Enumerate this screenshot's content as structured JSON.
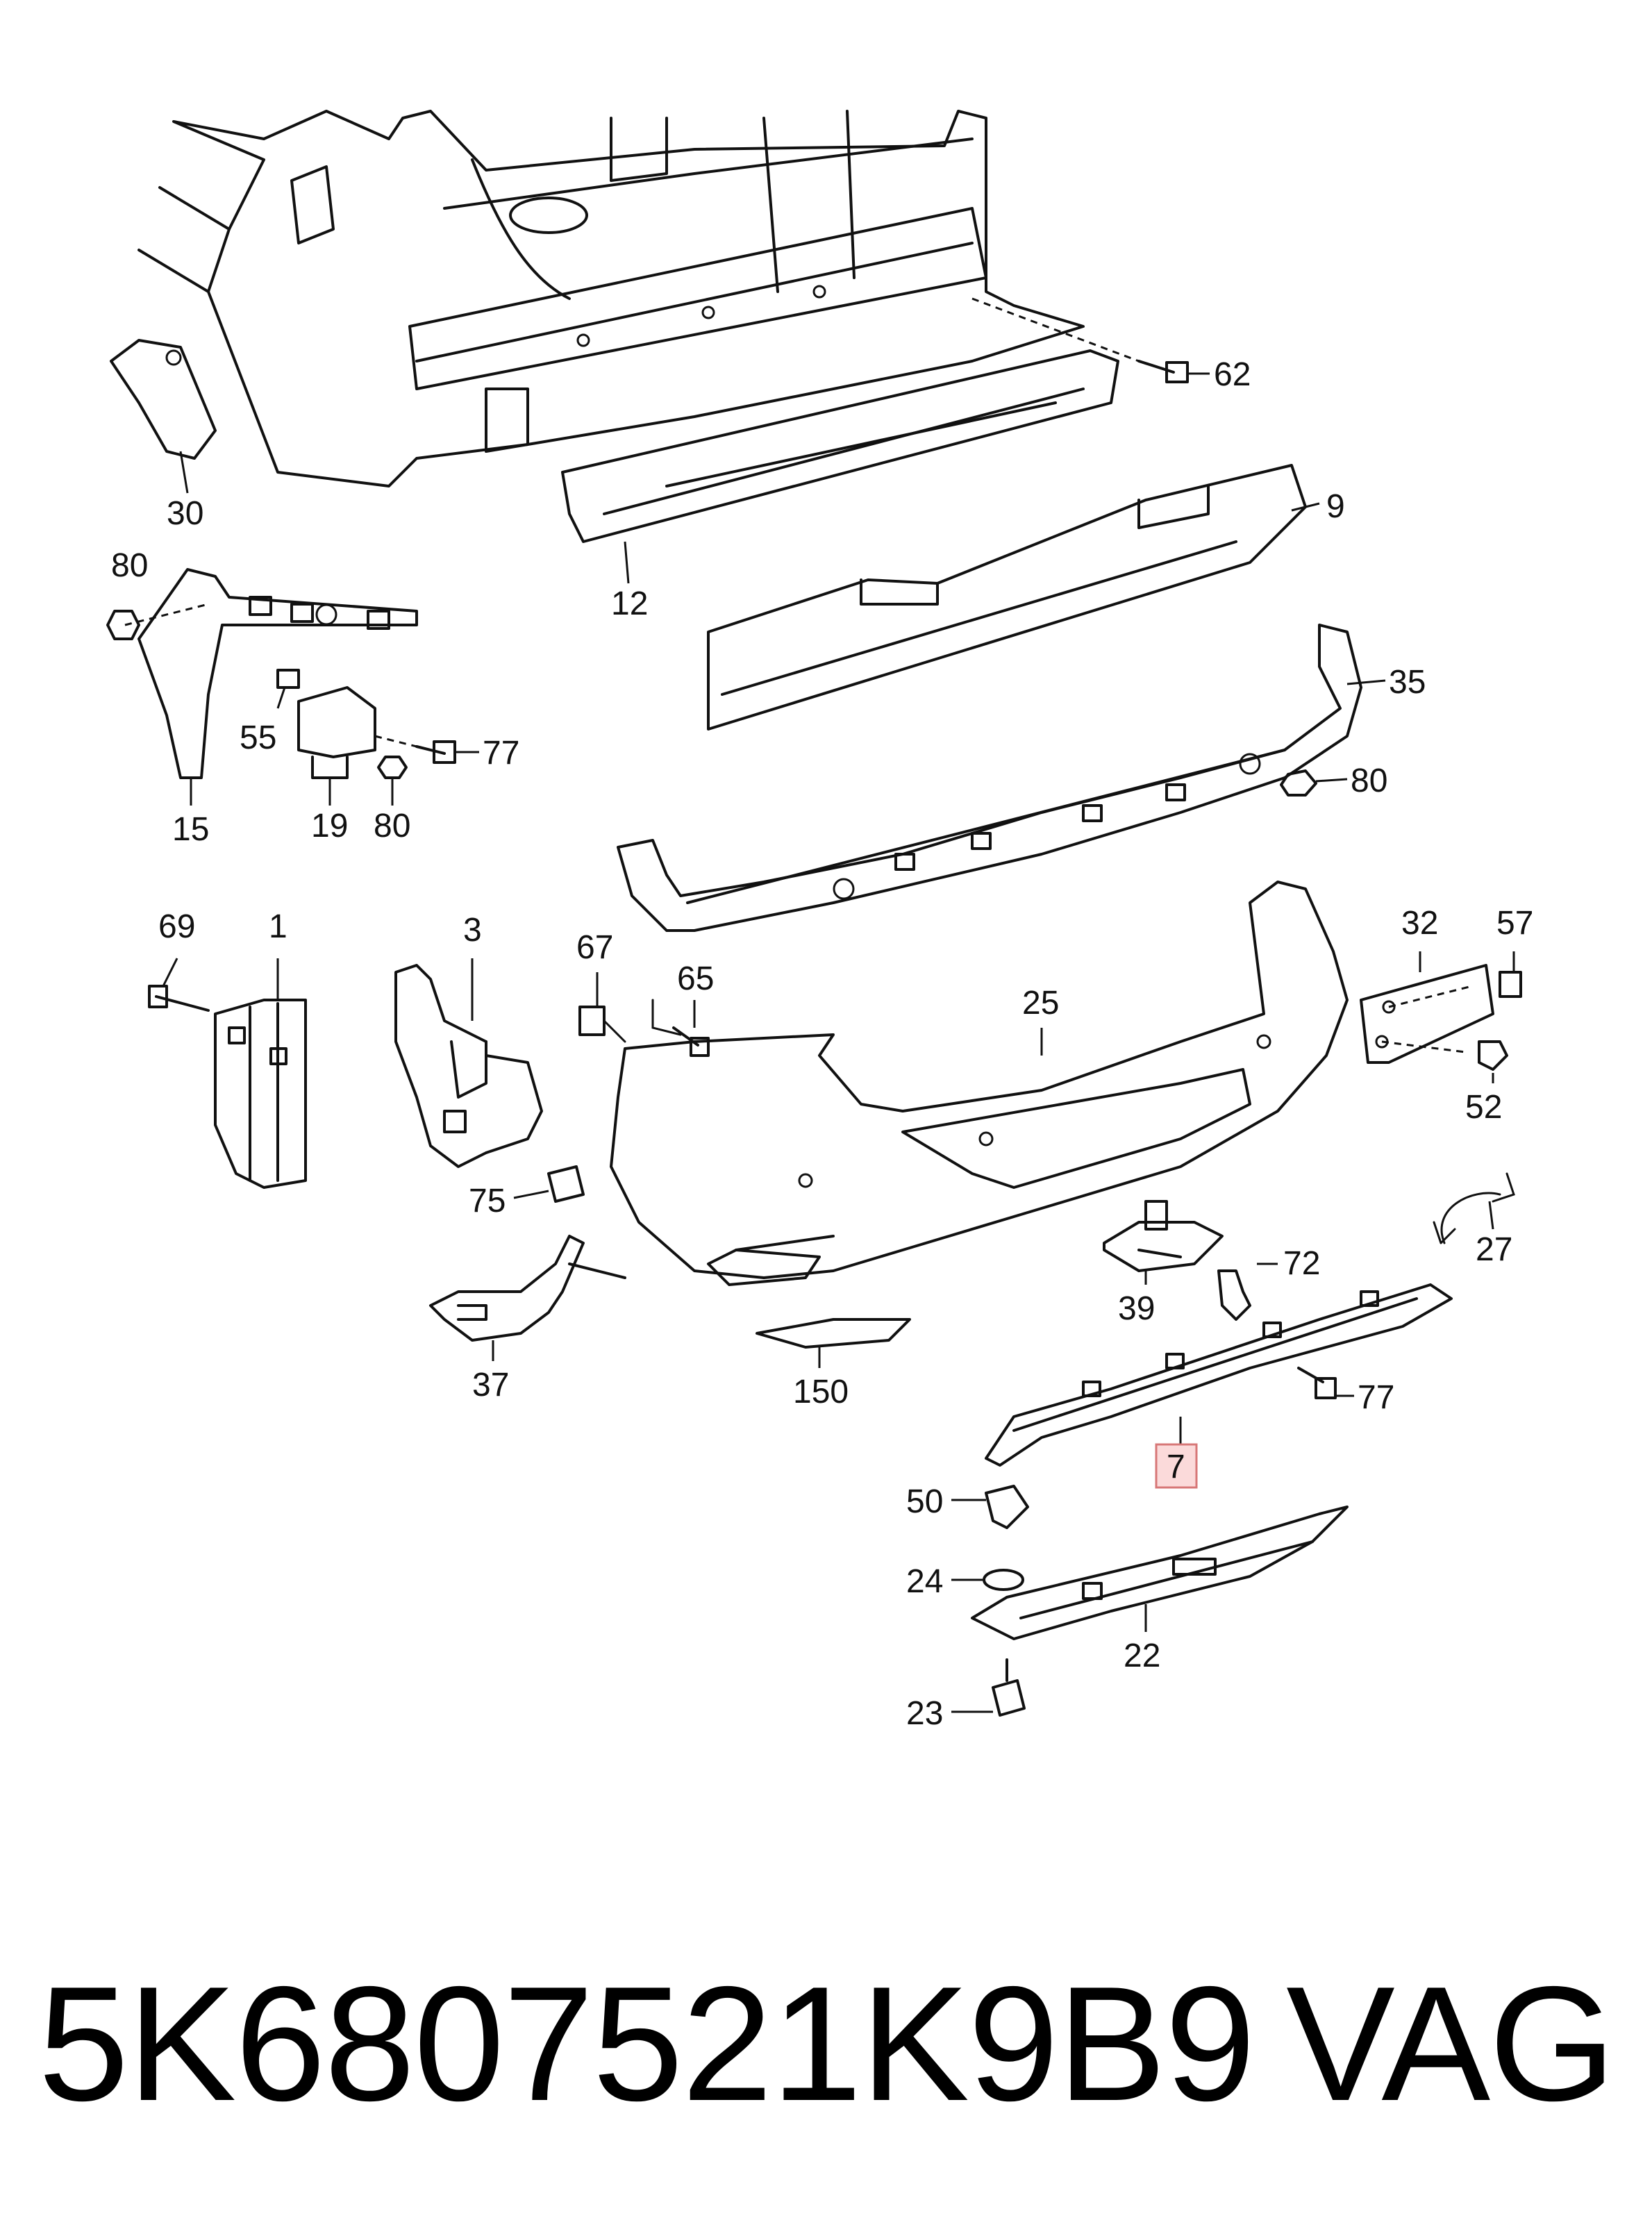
{
  "callouts": [
    {
      "id": "62",
      "label": "62"
    },
    {
      "id": "9",
      "label": "9"
    },
    {
      "id": "30",
      "label": "30"
    },
    {
      "id": "12",
      "label": "12"
    },
    {
      "id": "80a",
      "label": "80"
    },
    {
      "id": "35",
      "label": "35"
    },
    {
      "id": "55",
      "label": "55"
    },
    {
      "id": "77a",
      "label": "77"
    },
    {
      "id": "80b",
      "label": "80"
    },
    {
      "id": "15",
      "label": "15"
    },
    {
      "id": "19",
      "label": "19"
    },
    {
      "id": "80c",
      "label": "80"
    },
    {
      "id": "69",
      "label": "69"
    },
    {
      "id": "1",
      "label": "1"
    },
    {
      "id": "3",
      "label": "3"
    },
    {
      "id": "67",
      "label": "67"
    },
    {
      "id": "65",
      "label": "65"
    },
    {
      "id": "32",
      "label": "32"
    },
    {
      "id": "57",
      "label": "57"
    },
    {
      "id": "25",
      "label": "25"
    },
    {
      "id": "52",
      "label": "52"
    },
    {
      "id": "75",
      "label": "75"
    },
    {
      "id": "27",
      "label": "27"
    },
    {
      "id": "72",
      "label": "72"
    },
    {
      "id": "39",
      "label": "39"
    },
    {
      "id": "37",
      "label": "37"
    },
    {
      "id": "150",
      "label": "150"
    },
    {
      "id": "77b",
      "label": "77"
    },
    {
      "id": "7",
      "label": "7",
      "highlighted": true
    },
    {
      "id": "50",
      "label": "50"
    },
    {
      "id": "24",
      "label": "24"
    },
    {
      "id": "22",
      "label": "22"
    },
    {
      "id": "23",
      "label": "23"
    }
  ],
  "highlight_color": "#fbdada",
  "footer": {
    "part_number": "5K6807521K9B9",
    "brand": "VAG"
  }
}
